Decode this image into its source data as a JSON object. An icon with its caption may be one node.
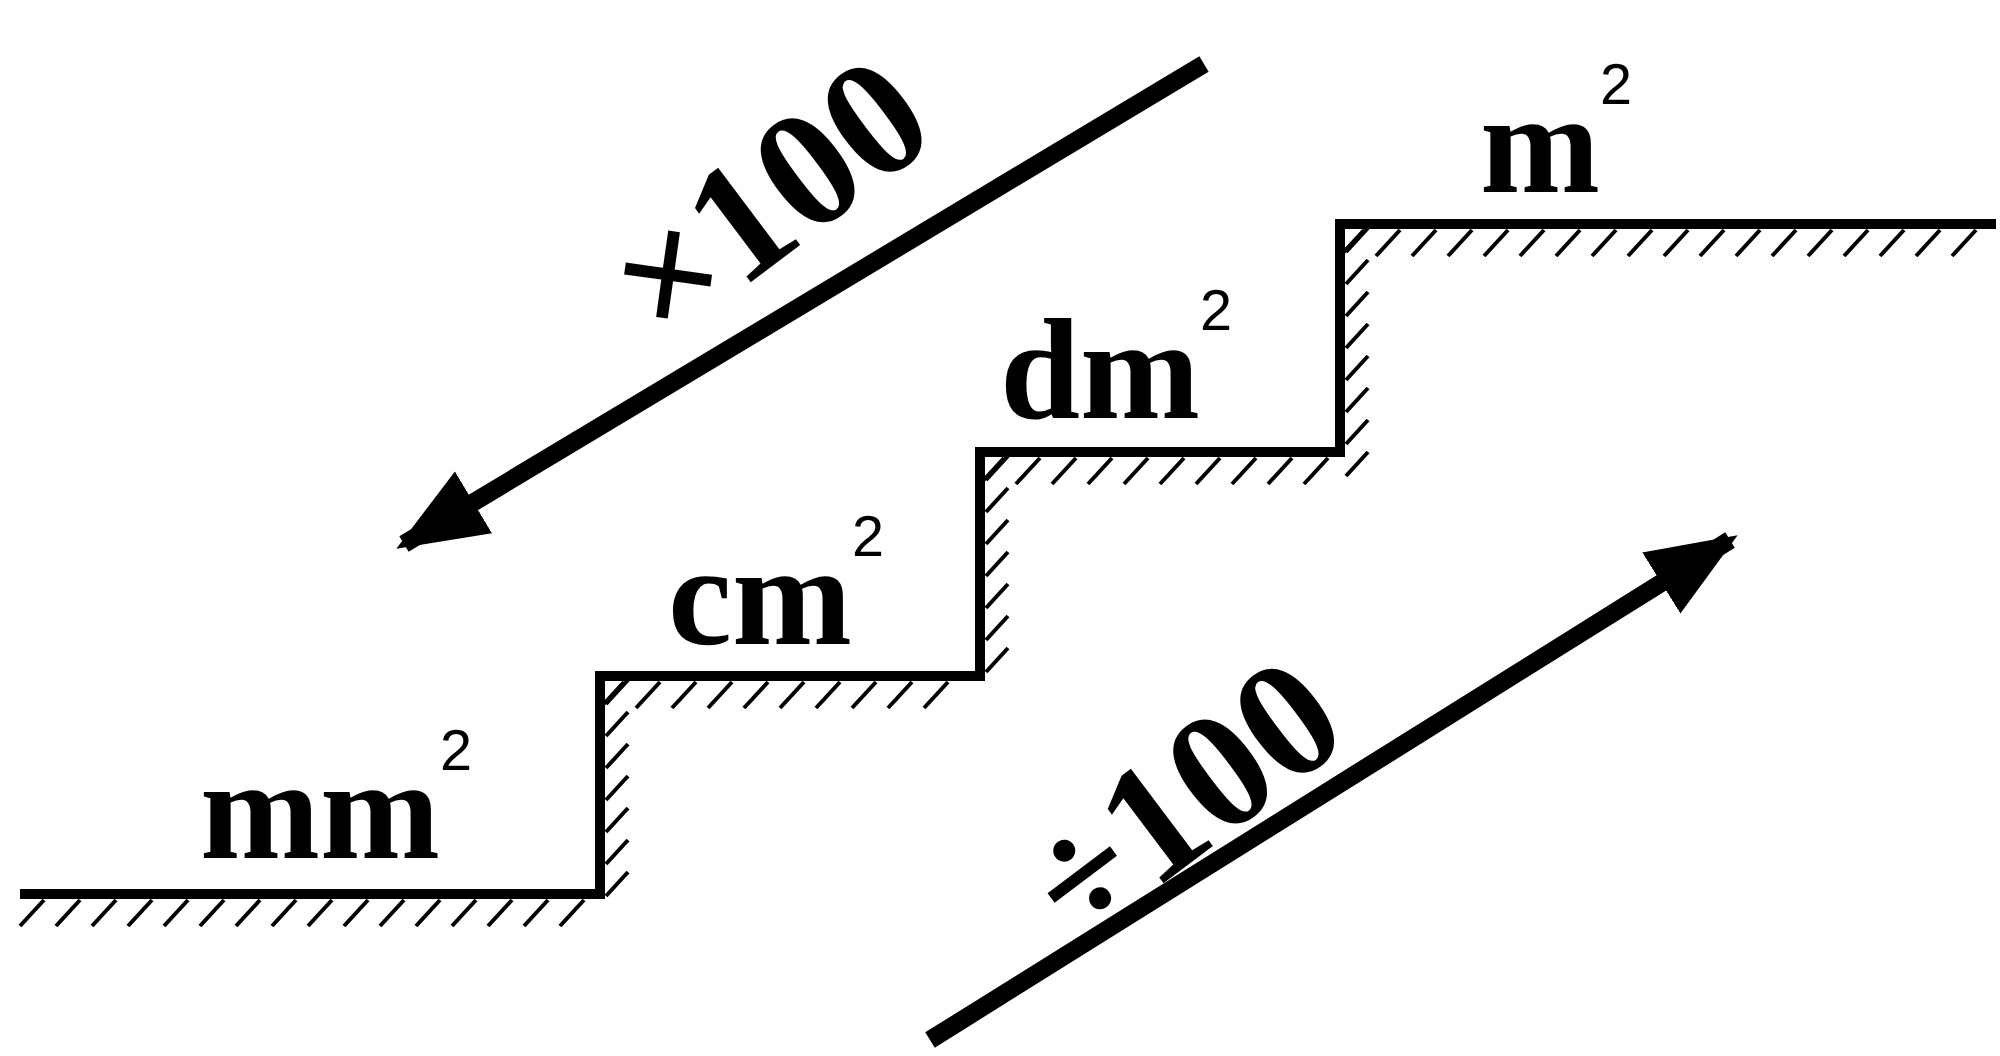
{
  "diagram": {
    "labels": [
      "×100",
      "m$^{2}$",
      "dm$^{2}$",
      "cm$^{2}$",
      "mm$^{2}$",
      "÷100"
    ]
  }
}
